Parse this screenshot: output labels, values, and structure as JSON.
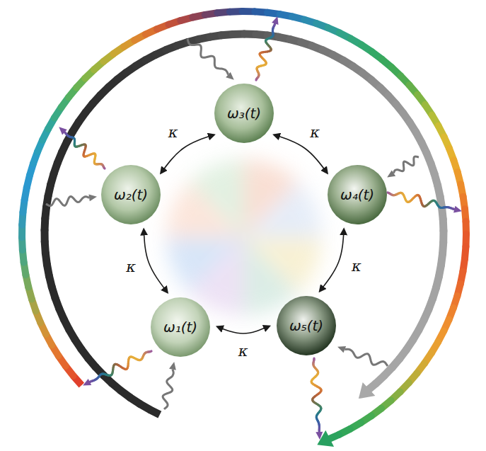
{
  "diagram": {
    "nodes": [
      {
        "text": [
          "ω₁(t)"
        ]
      },
      {
        "text": [
          "ω₂(t)"
        ]
      },
      {
        "text": [
          "ω₃(t)"
        ]
      },
      {
        "text": [
          "ω₄(t)"
        ]
      },
      {
        "text": [
          "ω₅(t)"
        ]
      }
    ],
    "edges": [
      {
        "from": 0,
        "to": 1,
        "label": "κ",
        "arrow": "both"
      },
      {
        "from": 1,
        "to": 2,
        "label": "κ",
        "arrow": "both"
      },
      {
        "from": 2,
        "to": 3,
        "label": "κ",
        "arrow": "both"
      },
      {
        "from": 3,
        "to": 4,
        "label": "κ",
        "arrow": "both"
      },
      {
        "from": 4,
        "to": 0,
        "label": "κ",
        "arrow": "both"
      }
    ]
  }
}
